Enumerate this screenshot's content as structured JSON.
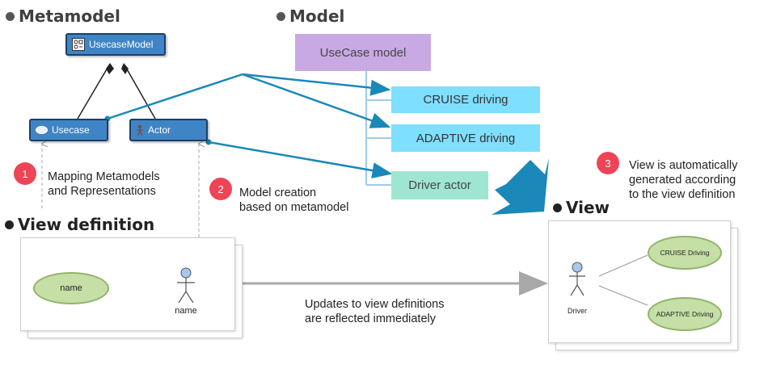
{
  "sections": {
    "metamodel": "Metamodel",
    "model": "Model",
    "view_definition": "View definition",
    "view": "View"
  },
  "metamodel": {
    "root": "UsecaseModel",
    "usecase": "Usecase",
    "actor": "Actor"
  },
  "model": {
    "root": "UseCase model",
    "items": [
      "CRUISE driving",
      "ADAPTIVE driving",
      "Driver actor"
    ]
  },
  "steps": [
    {
      "number": "1",
      "lines": [
        "Mapping Metamodels",
        "and Representations"
      ]
    },
    {
      "number": "2",
      "lines": [
        "Model creation",
        "based on metamodel"
      ]
    },
    {
      "number": "3",
      "lines": [
        "View is automatically",
        "generated according",
        "to the view definition"
      ]
    }
  ],
  "view_definition": {
    "ellipse_label": "name",
    "actor_label": "name"
  },
  "view": {
    "actor_label": "Driver",
    "usecases": [
      "CRUISE Driving",
      "ADAPTIVE Driving"
    ]
  },
  "update_note": [
    "Updates to view definitions",
    "are reflected immediately"
  ],
  "colors": {
    "meta_fill": "#3f84c4",
    "model_root": "#c9a9e3",
    "usecase_fill": "#7fdfff",
    "actor_fill": "#9fe6d2",
    "connector": "#1a88b8",
    "badge": "#ee4455",
    "ellipse_fill": "#c6dfa6"
  }
}
